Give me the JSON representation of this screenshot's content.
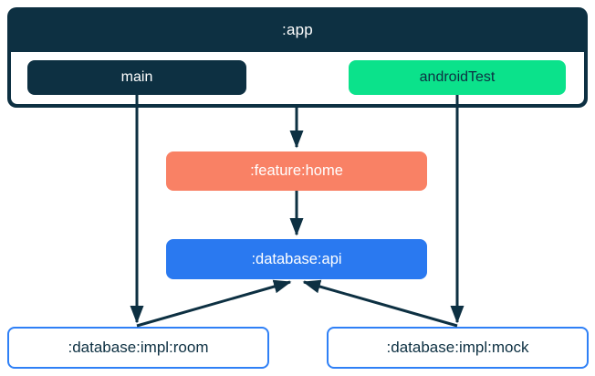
{
  "diagram": {
    "nodes": {
      "app": ":app",
      "main": "main",
      "android_test": "androidTest",
      "feature_home": ":feature:home",
      "database_api": ":database:api",
      "database_impl_room": ":database:impl:room",
      "database_impl_mock": ":database:impl:mock"
    },
    "edges": [
      {
        "from": "app",
        "to": "feature_home"
      },
      {
        "from": "main",
        "to": "database_impl_room"
      },
      {
        "from": "android_test",
        "to": "database_impl_mock"
      },
      {
        "from": "feature_home",
        "to": "database_api"
      },
      {
        "from": "database_impl_room",
        "to": "database_api"
      },
      {
        "from": "database_impl_mock",
        "to": "database_api"
      }
    ],
    "colors": {
      "navy": "#0d3042",
      "green": "#0be28b",
      "coral": "#f98165",
      "blue": "#2a79f0",
      "outline_blue": "#2f80f6",
      "background": "#ffffff",
      "text_light": "#ffffff"
    }
  }
}
